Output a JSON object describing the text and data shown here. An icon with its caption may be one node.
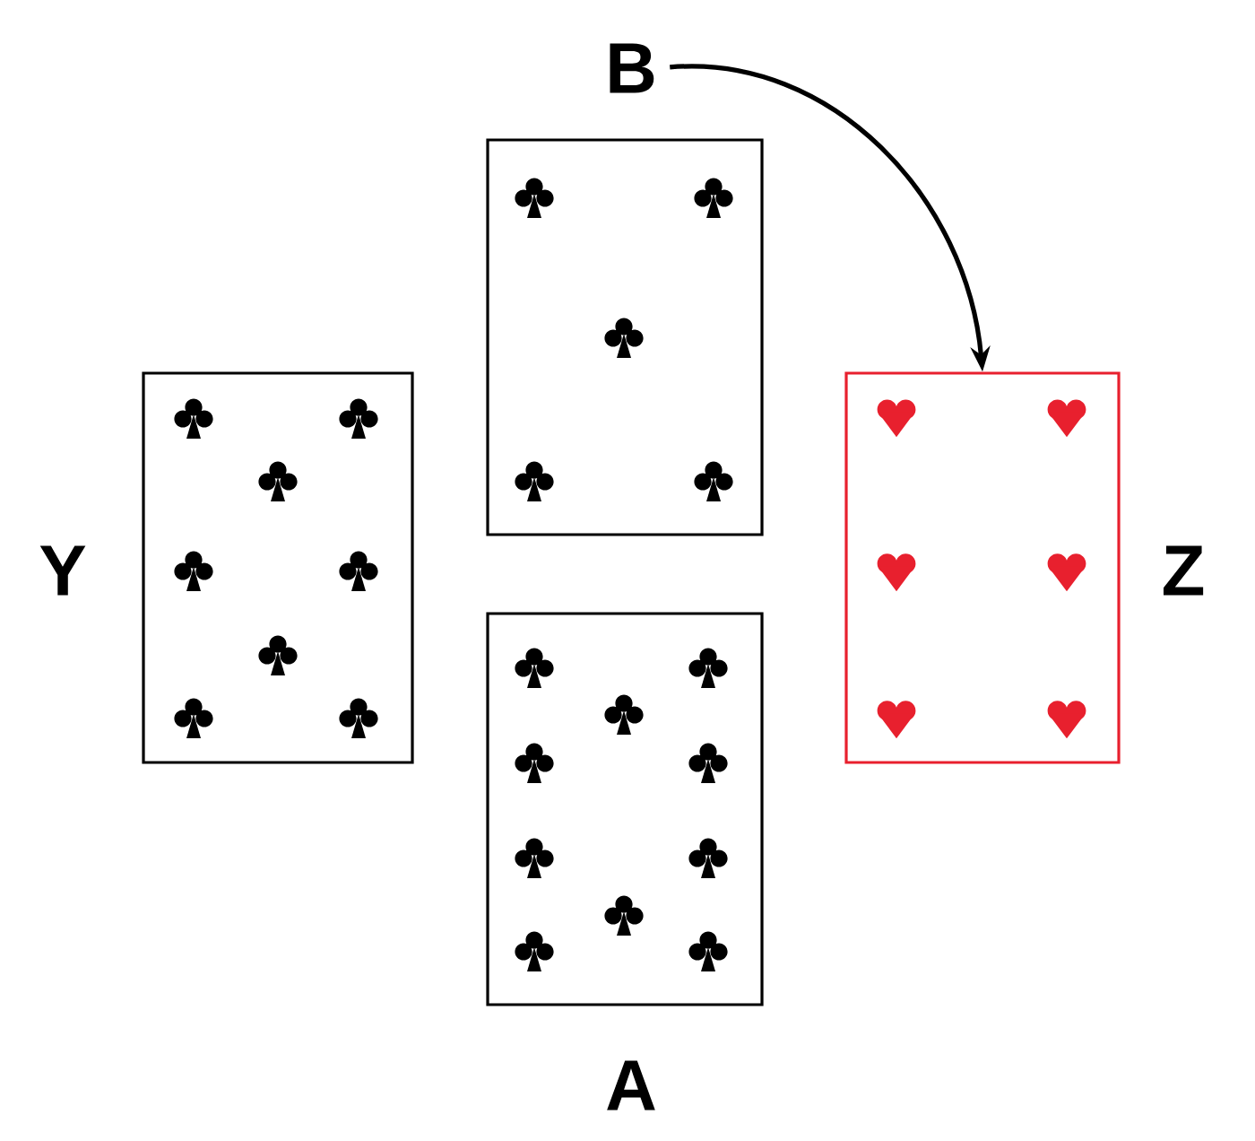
{
  "diagram": {
    "nodes": [
      {
        "text": [],
        "shape": "card",
        "beside": [
          "Y"
        ]
      },
      {
        "text": [],
        "shape": "card",
        "beside": [
          "B"
        ]
      },
      {
        "text": [],
        "shape": "card",
        "beside": [
          "A"
        ]
      },
      {
        "text": [],
        "shape": "card",
        "beside": [
          "Z"
        ]
      }
    ],
    "edges": [
      {
        "from": 1,
        "to": 3,
        "arrow": "to"
      }
    ]
  }
}
